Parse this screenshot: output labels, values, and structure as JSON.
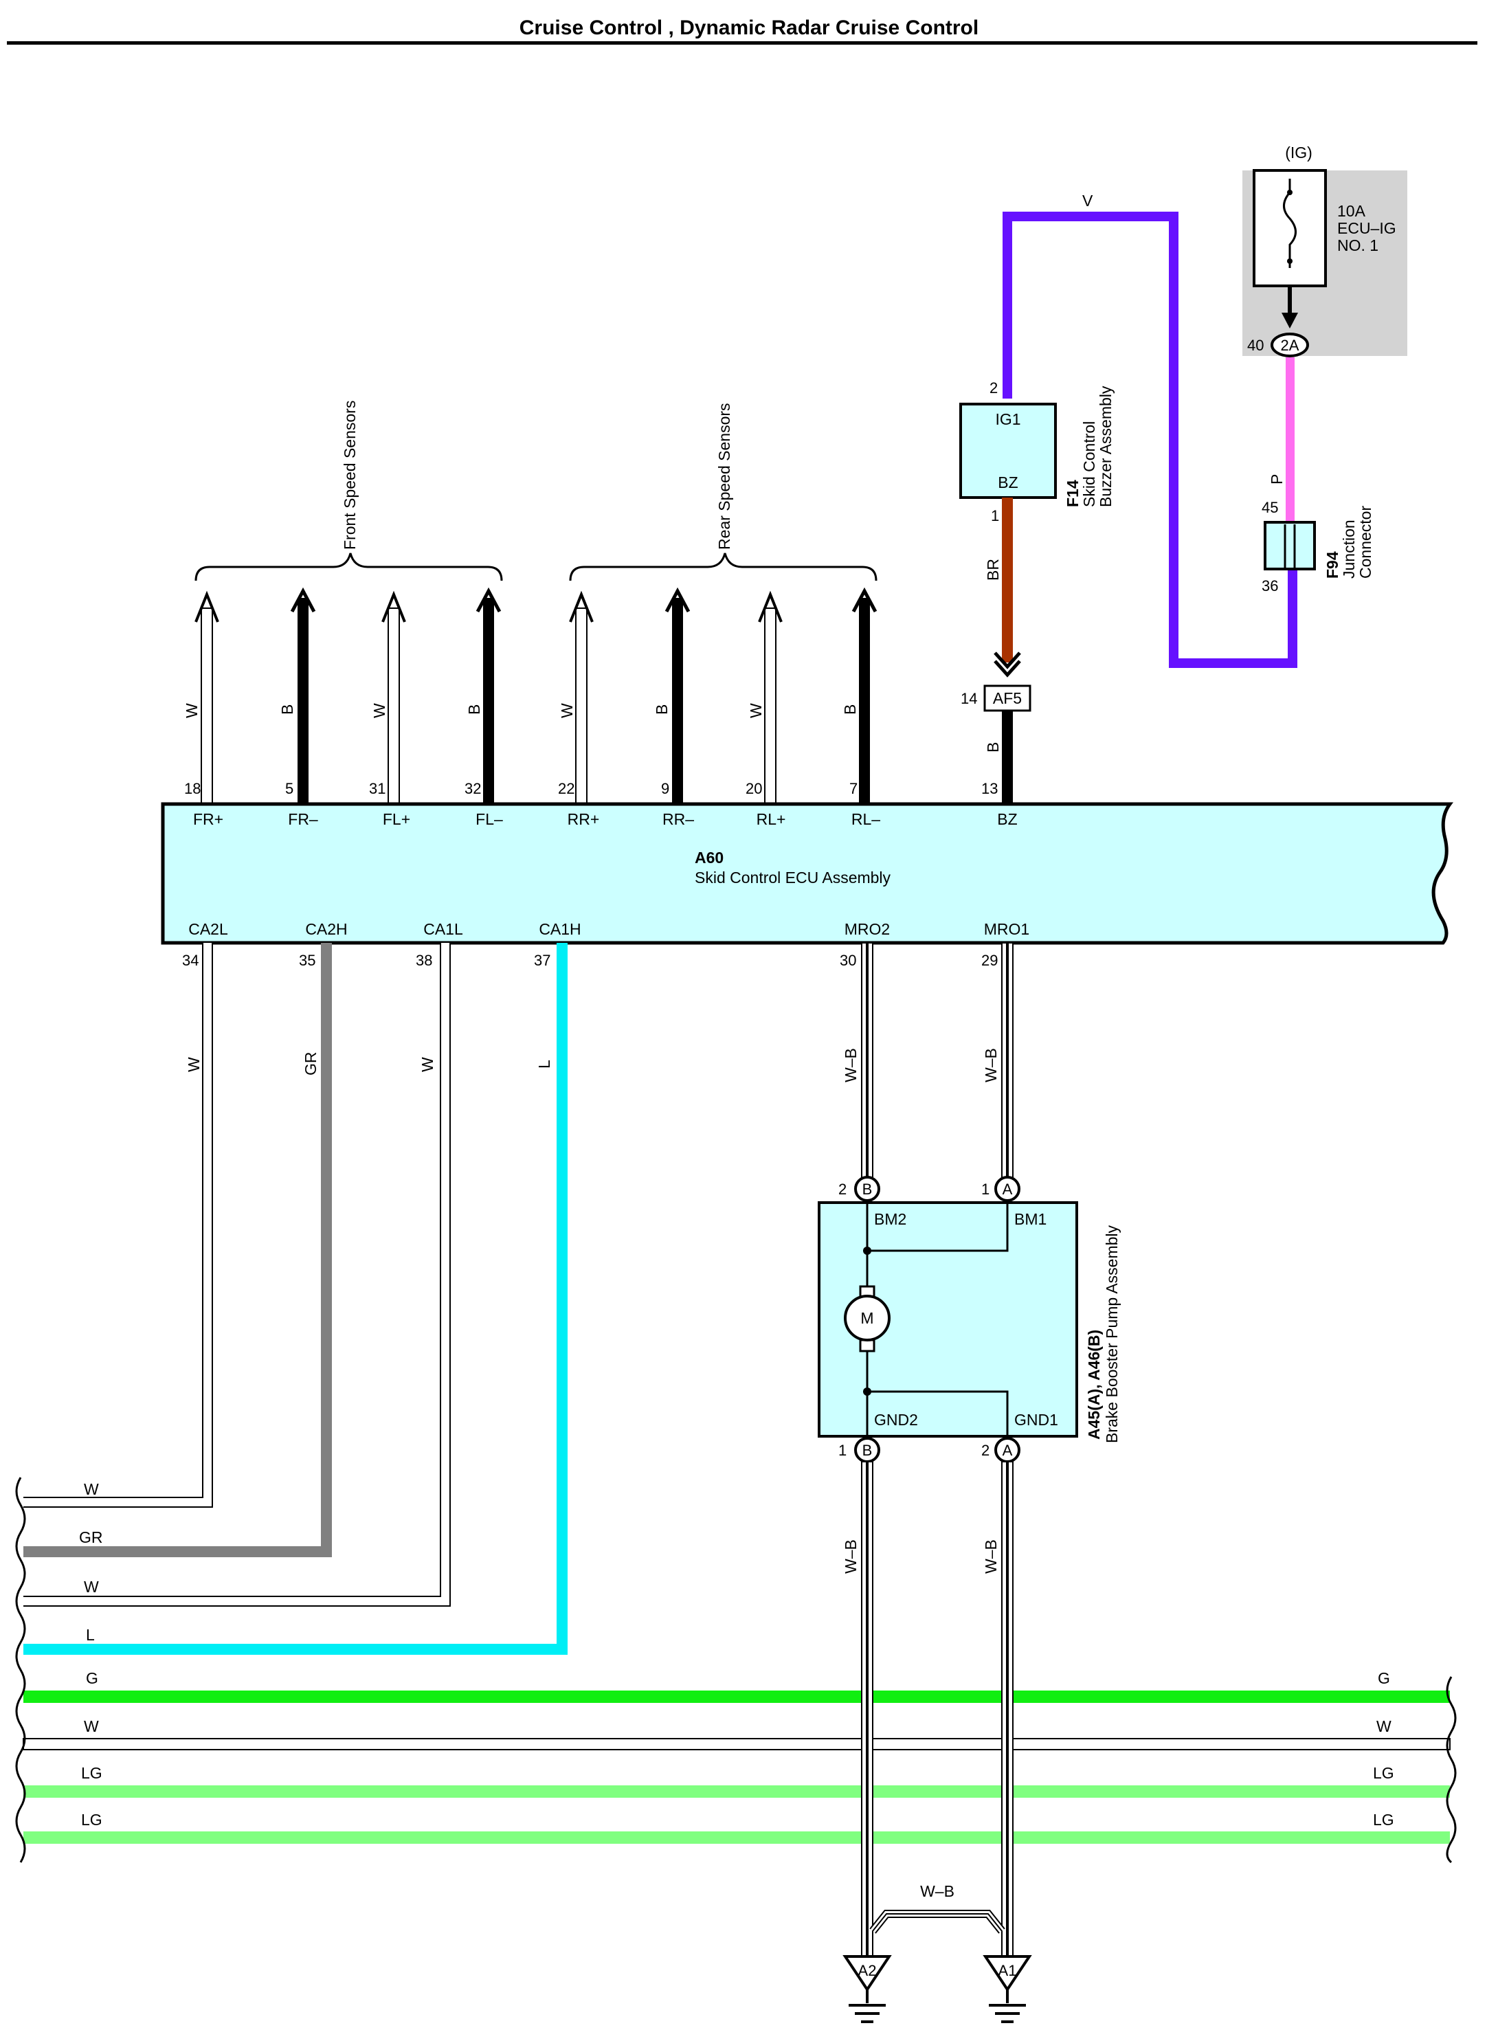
{
  "title": "Cruise Control , Dynamic Radar Cruise Control",
  "groups": {
    "front": "Front Speed Sensors",
    "rear": "Rear Speed Sensors"
  },
  "ecu": {
    "code": "A60",
    "name": "Skid Control ECU Assembly",
    "top_pins": [
      {
        "pin": "18",
        "term": "FR+",
        "color": "W"
      },
      {
        "pin": "5",
        "term": "FR–",
        "color": "B"
      },
      {
        "pin": "31",
        "term": "FL+",
        "color": "W"
      },
      {
        "pin": "32",
        "term": "FL–",
        "color": "B"
      },
      {
        "pin": "22",
        "term": "RR+",
        "color": "W"
      },
      {
        "pin": "9",
        "term": "RR–",
        "color": "B"
      },
      {
        "pin": "20",
        "term": "RL+",
        "color": "W"
      },
      {
        "pin": "7",
        "term": "RL–",
        "color": "B"
      },
      {
        "pin": "13",
        "term": "BZ",
        "color": "B"
      }
    ],
    "bottom_pins": [
      {
        "pin": "34",
        "term": "CA2L",
        "color": "W"
      },
      {
        "pin": "35",
        "term": "CA2H",
        "color": "GR"
      },
      {
        "pin": "38",
        "term": "CA1L",
        "color": "W"
      },
      {
        "pin": "37",
        "term": "CA1H",
        "color": "L"
      },
      {
        "pin": "30",
        "term": "MRO2",
        "color": "W–B"
      },
      {
        "pin": "29",
        "term": "MRO1",
        "color": "W–B"
      }
    ]
  },
  "buzzer": {
    "code": "F14",
    "name1": "Skid Control",
    "name2": "Buzzer Assembly",
    "term_top": "IG1",
    "term_bottom": "BZ",
    "pin_top": "2",
    "pin_bottom": "1",
    "wire_in": "V",
    "wire_out": "BR"
  },
  "af5": {
    "label": "AF5",
    "pin": "14"
  },
  "fuse": {
    "source": "(IG)",
    "rating": "10A",
    "name1": "ECU–IG",
    "name2": "NO. 1",
    "connector": "2A",
    "pin": "40",
    "wire": "P"
  },
  "junction": {
    "code": "F94",
    "name1": "Junction",
    "name2": "Connector",
    "pin_top": "45",
    "pin_bottom": "36"
  },
  "pump": {
    "code": "A45(A), A46(B)",
    "name": "Brake Booster Pump Assembly",
    "motor": "M",
    "terms": {
      "bm2": "BM2",
      "bm1": "BM1",
      "gnd2": "GND2",
      "gnd1": "GND1"
    },
    "pins": [
      {
        "pin": "2",
        "conn": "B"
      },
      {
        "pin": "1",
        "conn": "A"
      },
      {
        "pin": "1",
        "conn": "B"
      },
      {
        "pin": "2",
        "conn": "A"
      }
    ],
    "ground_wire": "W–B",
    "bridge_wire": "W–B"
  },
  "grounds": [
    "A2",
    "A1"
  ],
  "left_bus": [
    "W",
    "GR",
    "W",
    "L"
  ],
  "through_bus": [
    "G",
    "W",
    "LG",
    "LG"
  ],
  "colors": {
    "V": "#6611ff",
    "BR": "#a83200",
    "P": "#ff6ef0",
    "GR": "#808080",
    "L": "#00eef5",
    "G": "#11ee11",
    "LG": "#80ff80",
    "ecu_fill": "#ccffff",
    "fuse_bg": "#d3d3d3"
  }
}
